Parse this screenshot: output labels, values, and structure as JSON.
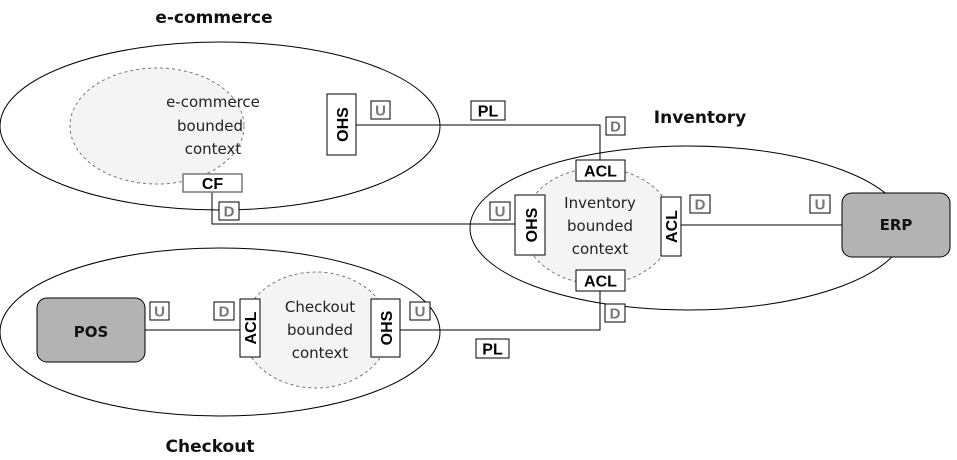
{
  "titles": {
    "ecommerce": "e-commerce",
    "inventory": "Inventory",
    "checkout": "Checkout"
  },
  "contexts": {
    "ecommerce": [
      "e-commerce",
      "bounded",
      "context"
    ],
    "inventory": [
      "Inventory",
      "bounded",
      "context"
    ],
    "checkout": [
      "Checkout",
      "bounded",
      "context"
    ]
  },
  "systems": {
    "erp": "ERP",
    "pos": "POS"
  },
  "tags": {
    "ohs": "OHS",
    "acl": "ACL",
    "cf": "CF",
    "pl": "PL"
  },
  "markers": {
    "upstream": "U",
    "downstream": "D"
  }
}
